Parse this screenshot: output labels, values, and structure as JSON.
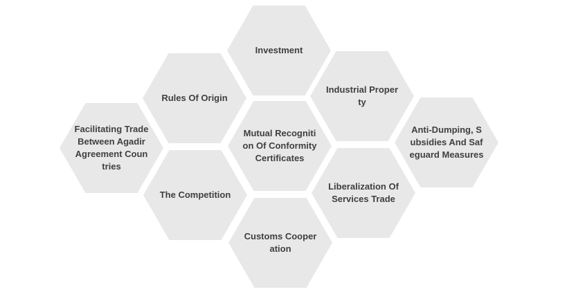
{
  "colors": {
    "hex_fill": "#e8e8e8",
    "text": "#3f3f3f",
    "background": "#ffffff"
  },
  "hexagons": [
    {
      "id": "investment",
      "label": "Investment"
    },
    {
      "id": "rules",
      "label": "Rules Of Origin"
    },
    {
      "id": "industrial",
      "label": "Industrial Property"
    },
    {
      "id": "facilitating",
      "label": "Facilitating Trade Between Agadir Agreement Countries"
    },
    {
      "id": "mutual",
      "label": "Mutual Recognition Of Conformity Certificates"
    },
    {
      "id": "antidumping",
      "label": "Anti-Dumping, Subsidies And Safeguard Measures"
    },
    {
      "id": "competition",
      "label": "The Competition"
    },
    {
      "id": "liberalization",
      "label": "Liberalization Of Services Trade"
    },
    {
      "id": "customs",
      "label": "Customs Cooperation"
    }
  ]
}
